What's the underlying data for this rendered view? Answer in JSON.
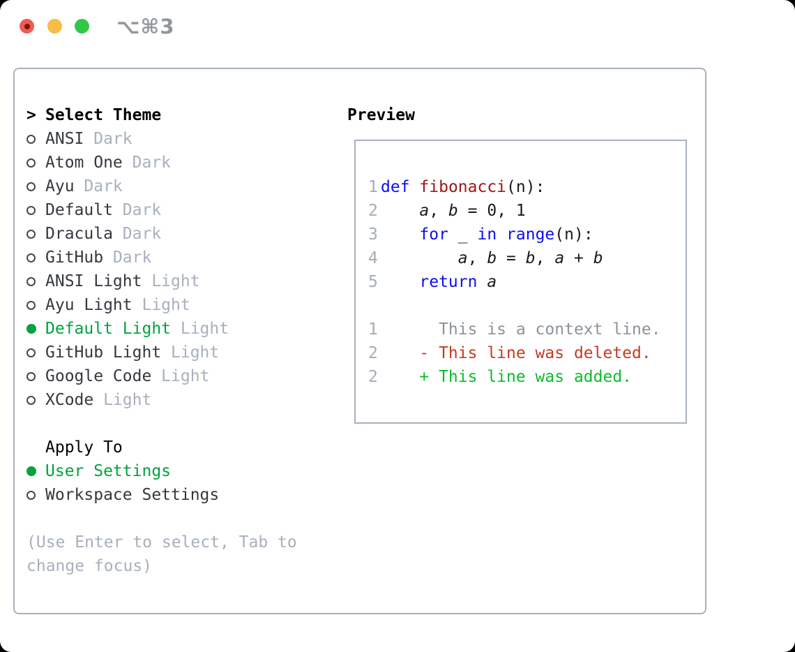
{
  "window": {
    "title": "⌥⌘3",
    "traffic_lights": [
      {
        "name": "close",
        "color": "#f05b51",
        "unsaved_dot_color": "#7e100b"
      },
      {
        "name": "minimize",
        "color": "#f7bd45"
      },
      {
        "name": "zoom",
        "color": "#33c748"
      }
    ]
  },
  "theme_panel": {
    "header": {
      "prompt": ">",
      "label": "Select Theme"
    },
    "themes": [
      {
        "name": "ANSI",
        "variant": "Dark",
        "selected": false
      },
      {
        "name": "Atom One",
        "variant": "Dark",
        "selected": false
      },
      {
        "name": "Ayu",
        "variant": "Dark",
        "selected": false
      },
      {
        "name": "Default",
        "variant": "Dark",
        "selected": false
      },
      {
        "name": "Dracula",
        "variant": "Dark",
        "selected": false
      },
      {
        "name": "GitHub",
        "variant": "Dark",
        "selected": false
      },
      {
        "name": "ANSI Light",
        "variant": "Light",
        "selected": false
      },
      {
        "name": "Ayu Light",
        "variant": "Light",
        "selected": false
      },
      {
        "name": "Default Light",
        "variant": "Light",
        "selected": true
      },
      {
        "name": "GitHub Light",
        "variant": "Light",
        "selected": false
      },
      {
        "name": "Google Code",
        "variant": "Light",
        "selected": false
      },
      {
        "name": "XCode",
        "variant": "Light",
        "selected": false
      }
    ],
    "apply_to": {
      "label": "Apply To",
      "options": [
        {
          "name": "User Settings",
          "selected": true
        },
        {
          "name": "Workspace Settings",
          "selected": false
        }
      ]
    },
    "help": "(Use Enter to select, Tab to change focus)"
  },
  "preview": {
    "label": "Preview",
    "lines": [
      {
        "num": "1",
        "tokens": [
          [
            "kw",
            "def"
          ],
          [
            "pl",
            " "
          ],
          [
            "fn",
            "fibonacci"
          ],
          [
            "pl",
            "(n):"
          ]
        ]
      },
      {
        "num": "2",
        "tokens": [
          [
            "pl",
            "    "
          ],
          [
            "var",
            "a"
          ],
          [
            "pl",
            ", "
          ],
          [
            "var",
            "b"
          ],
          [
            "pl",
            " = 0, 1"
          ]
        ]
      },
      {
        "num": "3",
        "tokens": [
          [
            "pl",
            "    "
          ],
          [
            "kw",
            "for"
          ],
          [
            "pl",
            " _ "
          ],
          [
            "kw",
            "in"
          ],
          [
            "pl",
            " "
          ],
          [
            "kw",
            "range"
          ],
          [
            "pl",
            "(n):"
          ]
        ]
      },
      {
        "num": "4",
        "tokens": [
          [
            "pl",
            "        "
          ],
          [
            "var",
            "a"
          ],
          [
            "pl",
            ", "
          ],
          [
            "var",
            "b"
          ],
          [
            "pl",
            " = "
          ],
          [
            "var",
            "b"
          ],
          [
            "pl",
            ", "
          ],
          [
            "var",
            "a"
          ],
          [
            "pl",
            " + "
          ],
          [
            "var",
            "b"
          ]
        ]
      },
      {
        "num": "5",
        "tokens": [
          [
            "pl",
            "    "
          ],
          [
            "kw",
            "return"
          ],
          [
            "pl",
            " "
          ],
          [
            "var",
            "a"
          ]
        ]
      },
      {
        "num": "",
        "tokens": []
      },
      {
        "num": "1",
        "tokens": [
          [
            "ctx",
            "      This is a context line."
          ]
        ]
      },
      {
        "num": "2",
        "tokens": [
          [
            "del",
            "    - This line was deleted."
          ]
        ]
      },
      {
        "num": "2",
        "tokens": [
          [
            "add",
            "    + This line was added."
          ]
        ]
      }
    ]
  },
  "colors": {
    "panel_border": "#a8b1bc",
    "selected_green": "#00a33e",
    "diff_added_green": "#0abd2b",
    "diff_deleted_red": "#c53a22",
    "keyword_blue": "#0e0eef",
    "function_red": "#a31515",
    "muted_gray": "#a7b0bd",
    "title_gray": "#92979d"
  }
}
